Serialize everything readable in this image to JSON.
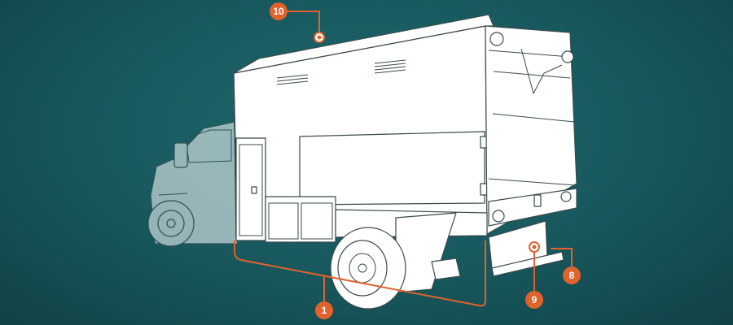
{
  "callouts": [
    {
      "id": "callout-10",
      "label": "10"
    },
    {
      "id": "callout-1",
      "label": "1"
    },
    {
      "id": "callout-9",
      "label": "9"
    },
    {
      "id": "callout-8",
      "label": "8"
    }
  ],
  "colors": {
    "background": "#17575c",
    "accent": "#e0622c",
    "body": "#ffffff",
    "outline": "#3a4a4c"
  }
}
